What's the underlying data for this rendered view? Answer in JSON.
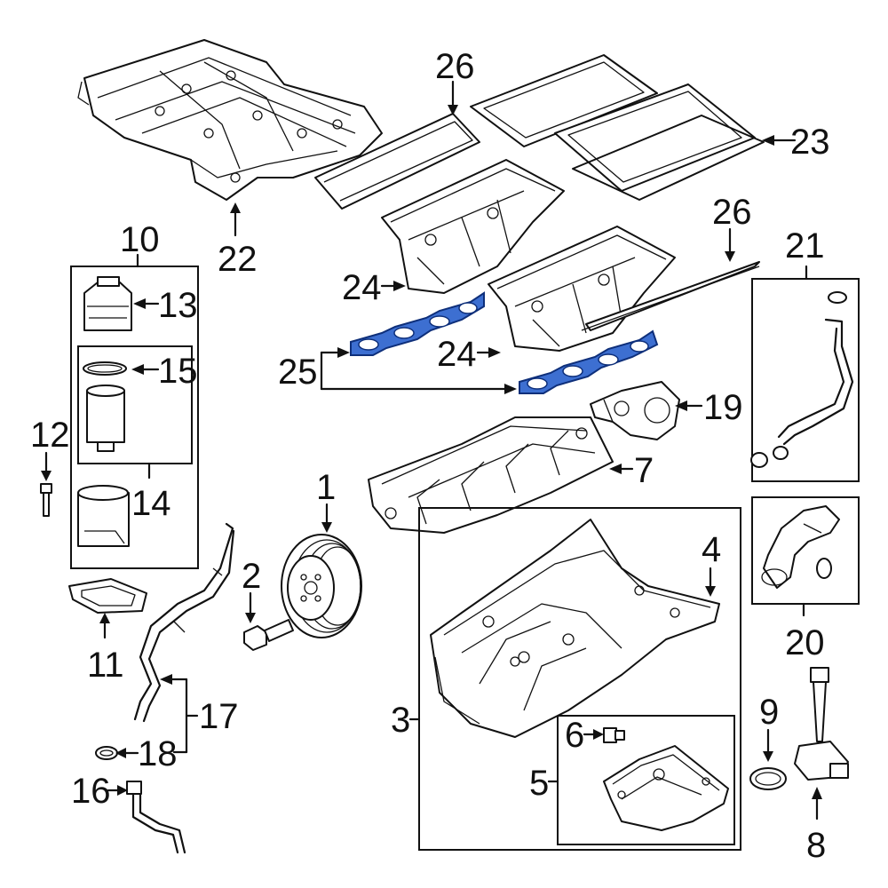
{
  "callouts": {
    "c1": "1",
    "c2": "2",
    "c3": "3",
    "c4": "4",
    "c5": "5",
    "c6": "6",
    "c7": "7",
    "c8": "8",
    "c9": "9",
    "c10": "10",
    "c11": "11",
    "c12": "12",
    "c13": "13",
    "c14": "14",
    "c15": "15",
    "c16": "16",
    "c17": "17",
    "c18": "18",
    "c19": "19",
    "c20": "20",
    "c21": "21",
    "c22": "22",
    "c23": "23",
    "c24a": "24",
    "c24b": "24",
    "c25": "25",
    "c26a": "26",
    "c26b": "26"
  },
  "colors": {
    "line": "#111111",
    "highlight_fill": "#3d6fd1",
    "highlight_stroke": "#0e2f7a"
  }
}
